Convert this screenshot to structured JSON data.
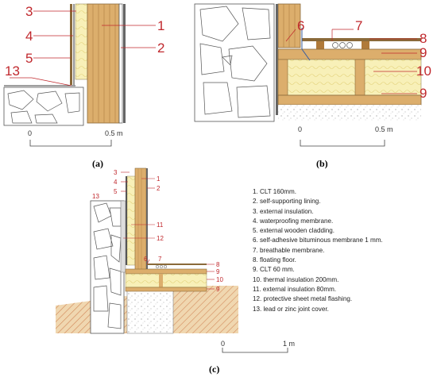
{
  "captions": {
    "a": "(a)",
    "b": "(b)",
    "c": "(c)"
  },
  "labels_a": [
    "3",
    "4",
    "5",
    "1",
    "2",
    "13"
  ],
  "labels_b": [
    "6",
    "7",
    "8",
    "9",
    "10",
    "9"
  ],
  "labels_c": [
    "3",
    "4",
    "5",
    "1",
    "2",
    "13",
    "11",
    "12",
    "6",
    "7",
    "8",
    "9",
    "10",
    "9"
  ],
  "scale_a": {
    "start": "0",
    "end": "0.5 m"
  },
  "scale_b": {
    "start": "0",
    "end": "0.5 m"
  },
  "scale_c": {
    "start": "0",
    "end": "1 m"
  },
  "legend": [
    "1. CLT 160mm.",
    "2. self-supporting lining.",
    "3. external insulation.",
    "4. waterproofing membrane.",
    "5. external wooden cladding.",
    "6. self-adhesive bituminous membrane 1 mm.",
    "7. breathable membrane.",
    "8. floating floor.",
    "9. CLT 60 mm.",
    "10. thermal insulation 200mm.",
    "11. external insulation 80mm.",
    "12. protective sheet metal flashing.",
    "13. lead or zinc joint cover."
  ],
  "colors": {
    "label_red": "#c0282d",
    "wood": "#d9a866",
    "insulation": "#f7efb5",
    "ground": "#e8c89a"
  }
}
